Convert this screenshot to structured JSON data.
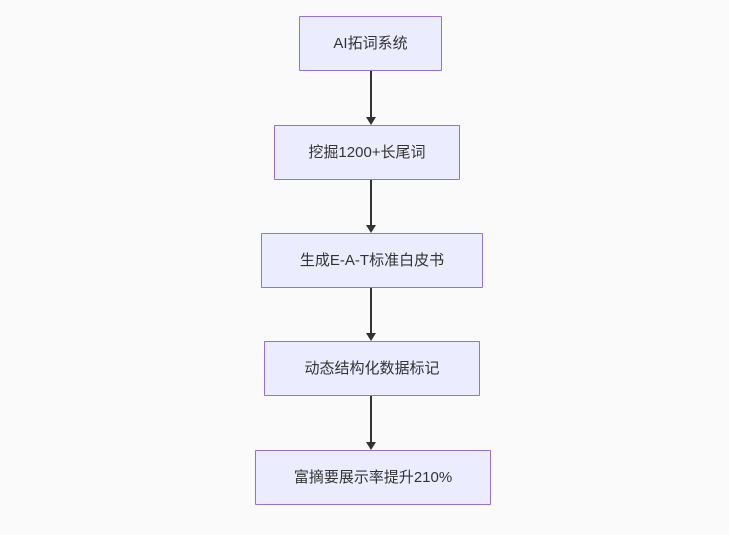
{
  "diagram": {
    "type": "flowchart-top-down",
    "nodes": [
      {
        "id": "n1",
        "label": "AI拓词系统"
      },
      {
        "id": "n2",
        "label": "挖掘1200+长尾词"
      },
      {
        "id": "n3",
        "label": "生成E-A-T标准白皮书"
      },
      {
        "id": "n4",
        "label": "动态结构化数据标记"
      },
      {
        "id": "n5",
        "label": "富摘要展示率提升210%"
      }
    ],
    "edges": [
      {
        "from": "AI拓词系统",
        "to": "挖掘1200+长尾词"
      },
      {
        "from": "挖掘1200+长尾词",
        "to": "生成E-A-T标准白皮书"
      },
      {
        "from": "生成E-A-T标准白皮书",
        "to": "动态结构化数据标记"
      },
      {
        "from": "动态结构化数据标记",
        "to": "富摘要展示率提升210%"
      }
    ],
    "colors": {
      "node_fill": "#ECECFF",
      "node_border": "#9370DB",
      "arrow": "#333333",
      "text": "#333333",
      "background": "#FAFAFA"
    }
  }
}
